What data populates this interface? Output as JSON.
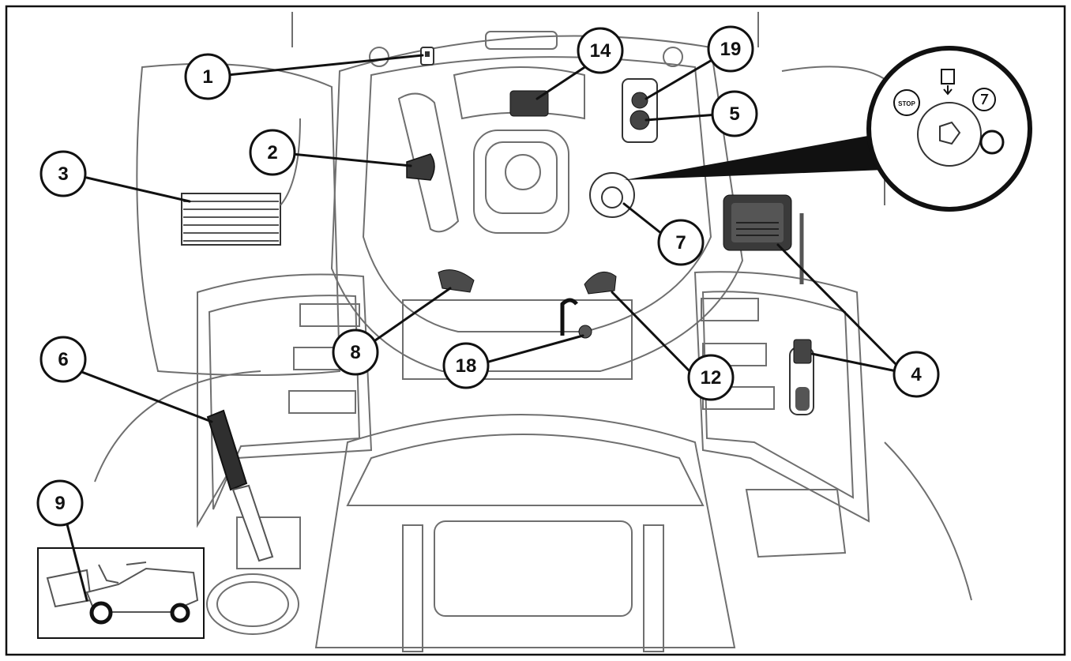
{
  "colors": {
    "ink": "#111111",
    "line": "#6f6f6f",
    "fill": "#ffffff",
    "dark": "#3a3a3a"
  },
  "callouts": [
    {
      "id": "1",
      "label": "1"
    },
    {
      "id": "2",
      "label": "2"
    },
    {
      "id": "3",
      "label": "3"
    },
    {
      "id": "4",
      "label": "4"
    },
    {
      "id": "5",
      "label": "5"
    },
    {
      "id": "6",
      "label": "6"
    },
    {
      "id": "7",
      "label": "7"
    },
    {
      "id": "8",
      "label": "8"
    },
    {
      "id": "9",
      "label": "9"
    },
    {
      "id": "12",
      "label": "12"
    },
    {
      "id": "14",
      "label": "14"
    },
    {
      "id": "18",
      "label": "18"
    },
    {
      "id": "19",
      "label": "19"
    }
  ],
  "ignition_detail": {
    "stop_label": "STOP"
  }
}
